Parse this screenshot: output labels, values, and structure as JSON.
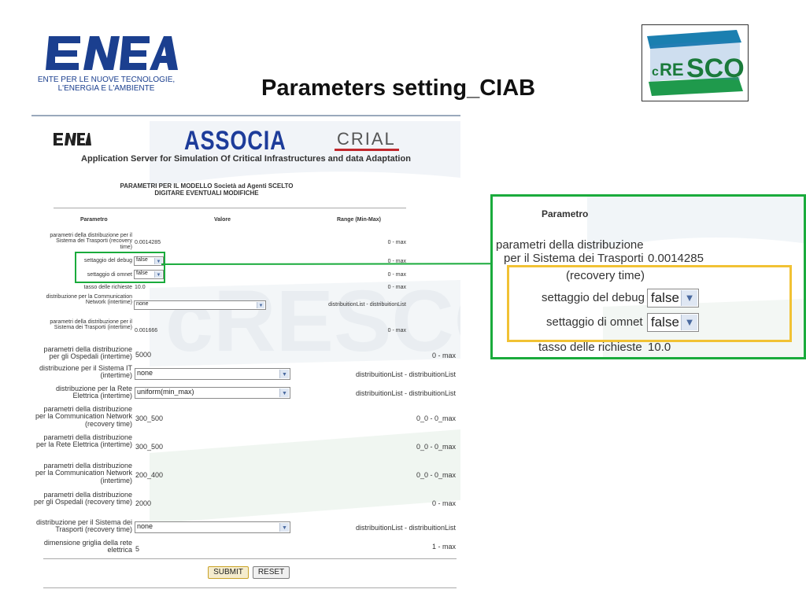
{
  "slide": {
    "title": "Parameters setting_CIAB",
    "enea_logo_text": "ENEA",
    "enea_subtitle_1": "ENTE PER LE NUOVE TECNOLOGIE,",
    "enea_subtitle_2": "L'ENERGIA E L'AMBIENTE",
    "cresco_logo_text": "cRESCO"
  },
  "app": {
    "enea_text": "ENEA",
    "title": "ASSOCIA",
    "crial_text": "CRIAL",
    "subtitle": "Application Server for Simulation Of Critical Infrastructures and data Adaptation",
    "heading_1": "PARAMETRI PER IL MODELLO Società ad Agenti SCELTO",
    "heading_2": "DIGITARE EVENTUALI MODIFICHE",
    "col_param": "Parametro",
    "col_value": "Valore",
    "col_range": "Range (Min-Max)",
    "rows_small": [
      {
        "label": "parametri della distribuzione per il Sistema dei Trasporti (recovery time)",
        "value": "0.0014285",
        "range": "0 - max"
      },
      {
        "label": "settaggio del debug",
        "value": "false",
        "range": "0 - max"
      },
      {
        "label": "settaggio di omnet",
        "value": "false",
        "range": "0 - max"
      },
      {
        "label": "tasso delle richieste",
        "value": "10.0",
        "range": "0 - max"
      },
      {
        "label": "distribuzione per la Communication Network (intertime)",
        "value": "none",
        "range": "distribuitionList - distribuitionList"
      },
      {
        "label": "parametri della distribuzione per il Sistema dei Trasporti (intertime)",
        "value": "0.001666",
        "range": "0 - max"
      }
    ],
    "rows_big": [
      {
        "label": "parametri della distribuzione per gli Ospedali (intertime)",
        "value": "5000",
        "range": "0 - max"
      },
      {
        "label": "distribuzione per il Sistema IT (intertime)",
        "value": "none",
        "range": "distribuitionList - distribuitionList"
      },
      {
        "label": "distribuzione per la Rete Elettrica (intertime)",
        "value": "uniform(min_max)",
        "range": "distribuitionList - distribuitionList"
      },
      {
        "label": "parametri della distribuzione per la Communication Network (recovery time)",
        "value": "300_500",
        "range": "0_0 - 0_max"
      },
      {
        "label": "parametri della distribuzione per la Rete Elettrica (intertime)",
        "value": "300_500",
        "range": "0_0 - 0_max"
      },
      {
        "label": "parametri della distribuzione per la Communication Network (intertime)",
        "value": "200_400",
        "range": "0_0 - 0_max"
      },
      {
        "label": "parametri della distribuzione per gli Ospedali (recovery time)",
        "value": "2000",
        "range": "0 - max"
      },
      {
        "label": "distribuzione per il Sistema dei Trasporti (recovery time)",
        "value": "none",
        "range": "distribuitionList - distribuitionList"
      },
      {
        "label": "dimensione griglia della rete elettrica",
        "value": "5",
        "range": "1 - max"
      }
    ],
    "submit_label": "SUBMIT",
    "reset_label": "RESET"
  },
  "zoom": {
    "col_param": "Parametro",
    "label_1a": "parametri della distribuzione",
    "label_1b": "per il Sistema dei Trasporti",
    "value_1": "0.0014285",
    "label_1c": "(recovery time)",
    "label_2": "settaggio del debug",
    "value_2": "false",
    "label_3": "settaggio di omnet",
    "value_3": "false",
    "label_4": "tasso delle richieste",
    "value_4": "10.0"
  },
  "colors": {
    "highlight_green": "#1aab3c",
    "highlight_orange": "#f1c234",
    "enea_blue": "#1b3f8f",
    "associa_blue": "#1d3c9a"
  }
}
